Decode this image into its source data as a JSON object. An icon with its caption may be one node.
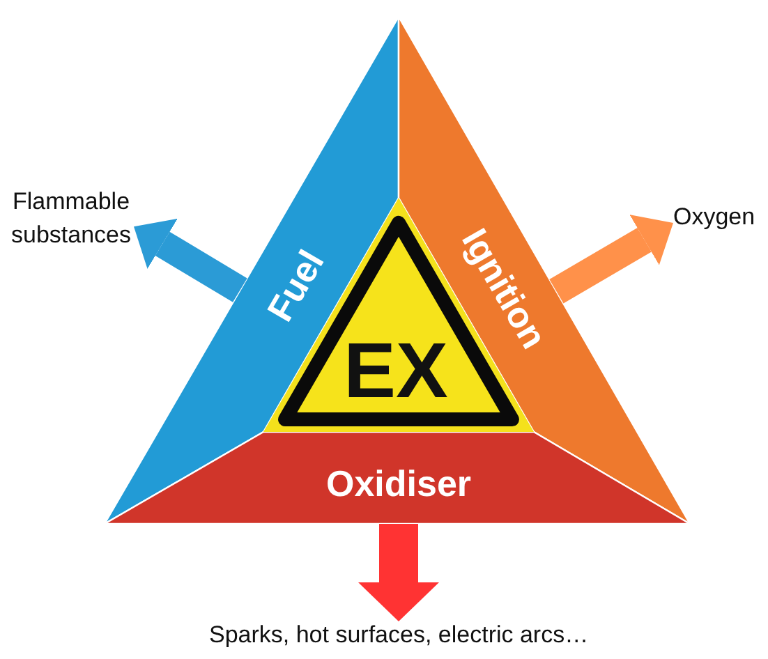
{
  "diagram": {
    "nodes": [
      {
        "text": [
          "Fuel"
        ]
      },
      {
        "text": [
          "Ignition"
        ]
      },
      {
        "text": [
          "Oxidiser"
        ]
      },
      {
        "text": [
          "EX"
        ]
      },
      {
        "text": [
          "Flammable substances"
        ]
      },
      {
        "text": [
          "Oxygen"
        ]
      },
      {
        "text": [
          "Sparks, hot surfaces, electric arcs…"
        ]
      }
    ],
    "edges": [
      {
        "from": 0,
        "to": 4,
        "arrow": "to",
        "color": "#2b9bd6"
      },
      {
        "from": 1,
        "to": 5,
        "arrow": "to",
        "color": "#ff914a"
      },
      {
        "from": 2,
        "to": 6,
        "arrow": "to",
        "color": "#ff3333"
      }
    ]
  }
}
